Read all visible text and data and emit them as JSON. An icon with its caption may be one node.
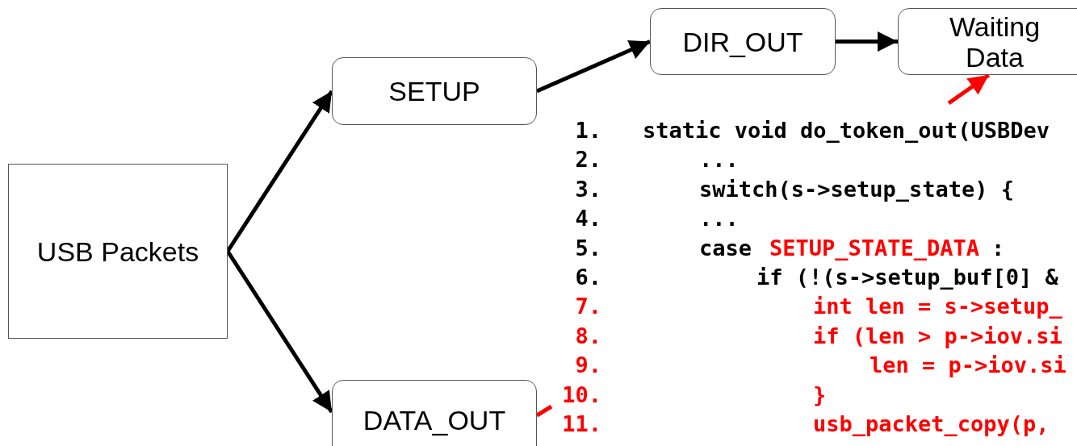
{
  "diagram": {
    "nodes": [
      {
        "text": [
          "USB Packets"
        ]
      },
      {
        "text": [
          "SETUP"
        ]
      },
      {
        "text": [
          "DIR_OUT"
        ]
      },
      {
        "text": [
          "Waiting Data"
        ]
      },
      {
        "text": [
          "DATA_OUT"
        ]
      }
    ],
    "edges": [
      {
        "from": 0,
        "to": 1,
        "arrow": "to"
      },
      {
        "from": 0,
        "to": 4,
        "arrow": "to"
      },
      {
        "from": 1,
        "to": 2,
        "arrow": "to"
      },
      {
        "from": 2,
        "to": 3,
        "arrow": "to"
      },
      {
        "from": null,
        "to": 3,
        "arrow": "to",
        "color": "#ff0000"
      },
      {
        "from": null,
        "to": 4,
        "arrow": "none",
        "color": "#ff0000"
      }
    ],
    "labels": [
      "1.",
      "static void do_token_out(USBDev",
      "2.",
      "...",
      "3.",
      "switch(s->setup_state) {",
      "4.",
      "...",
      "5.",
      "case",
      "SETUP_STATE_DATA",
      ":",
      "6.",
      "if (!(s->setup_buf[0] &",
      "7.",
      "int len = s->setup_",
      "8.",
      "if (len > p->iov.si",
      "9.",
      "len = p->iov.si",
      "10.",
      "}",
      "11.",
      "usb_packet_copy(p,"
    ]
  }
}
